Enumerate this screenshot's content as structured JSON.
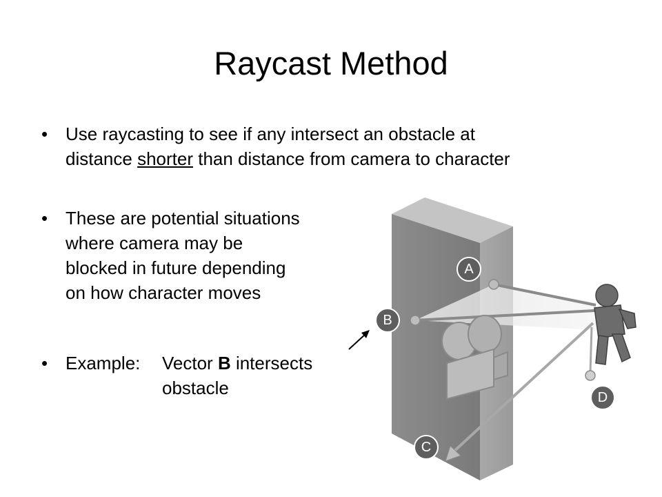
{
  "slide": {
    "title": "Raycast Method",
    "bullets": {
      "b1": {
        "marker": "•",
        "line1_pre": "Use raycasting to see if any intersect an obstacle at",
        "line2_pre": "distance ",
        "line2_underlined": "shorter",
        "line2_post": " than distance from camera to character"
      },
      "b2": {
        "marker": "•",
        "lines": [
          "These are potential situations",
          "where camera may be",
          "blocked in future depending",
          "on how character moves"
        ]
      },
      "b3": {
        "marker": "•",
        "label": "Example:",
        "pre": "Vector ",
        "bold": "B",
        "post": " intersects",
        "line2": "obstacle"
      }
    }
  },
  "illustration": {
    "markers": {
      "a": "A",
      "b": "B",
      "c": "C",
      "d": "D"
    }
  }
}
